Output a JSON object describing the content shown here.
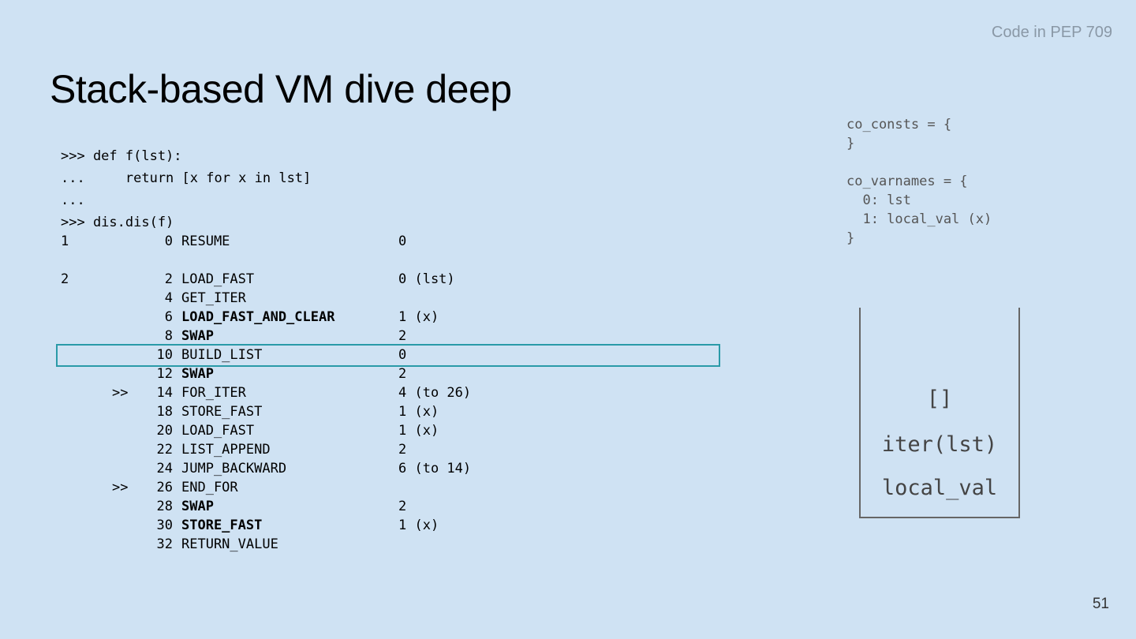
{
  "source_note": "Code in PEP 709",
  "title": "Stack-based VM dive deep",
  "page_number": "51",
  "repl": [
    ">>> def f(lst):",
    "...     return [x for x in lst]",
    "...",
    ">>> dis.dis(f)"
  ],
  "dis": [
    {
      "lineno": "1",
      "marker": "",
      "offset": "0",
      "op": "RESUME",
      "arg": "0",
      "bold": false
    },
    {
      "lineno": "2",
      "marker": "",
      "offset": "2",
      "op": "LOAD_FAST",
      "arg": "0 (lst)",
      "bold": false
    },
    {
      "lineno": "",
      "marker": "",
      "offset": "4",
      "op": "GET_ITER",
      "arg": "",
      "bold": false
    },
    {
      "lineno": "",
      "marker": "",
      "offset": "6",
      "op": "LOAD_FAST_AND_CLEAR",
      "arg": "1 (x)",
      "bold": true
    },
    {
      "lineno": "",
      "marker": "",
      "offset": "8",
      "op": "SWAP",
      "arg": "2",
      "bold": true
    },
    {
      "lineno": "",
      "marker": "",
      "offset": "10",
      "op": "BUILD_LIST",
      "arg": "0",
      "bold": false
    },
    {
      "lineno": "",
      "marker": "",
      "offset": "12",
      "op": "SWAP",
      "arg": "2",
      "bold": true
    },
    {
      "lineno": "",
      "marker": ">>",
      "offset": "14",
      "op": "FOR_ITER",
      "arg": "4 (to 26)",
      "bold": false
    },
    {
      "lineno": "",
      "marker": "",
      "offset": "18",
      "op": "STORE_FAST",
      "arg": "1 (x)",
      "bold": false
    },
    {
      "lineno": "",
      "marker": "",
      "offset": "20",
      "op": "LOAD_FAST",
      "arg": "1 (x)",
      "bold": false
    },
    {
      "lineno": "",
      "marker": "",
      "offset": "22",
      "op": "LIST_APPEND",
      "arg": "2",
      "bold": false
    },
    {
      "lineno": "",
      "marker": "",
      "offset": "24",
      "op": "JUMP_BACKWARD",
      "arg": "6 (to 14)",
      "bold": false
    },
    {
      "lineno": "",
      "marker": ">>",
      "offset": "26",
      "op": "END_FOR",
      "arg": "",
      "bold": false
    },
    {
      "lineno": "",
      "marker": "",
      "offset": "28",
      "op": "SWAP",
      "arg": "2",
      "bold": true
    },
    {
      "lineno": "",
      "marker": "",
      "offset": "30",
      "op": "STORE_FAST",
      "arg": "1 (x)",
      "bold": true
    },
    {
      "lineno": "",
      "marker": "",
      "offset": "32",
      "op": "RETURN_VALUE",
      "arg": "",
      "bold": false
    }
  ],
  "highlighted_offset": "10",
  "code_info": [
    "co_consts = {",
    "}",
    "",
    "co_varnames = {",
    "  0: lst",
    "  1: local_val (x)",
    "}"
  ],
  "stack": [
    "[]",
    "iter(lst)",
    "local_val"
  ],
  "colors": {
    "background": "#cfe2f3",
    "highlight_border": "#2a9aa8"
  }
}
